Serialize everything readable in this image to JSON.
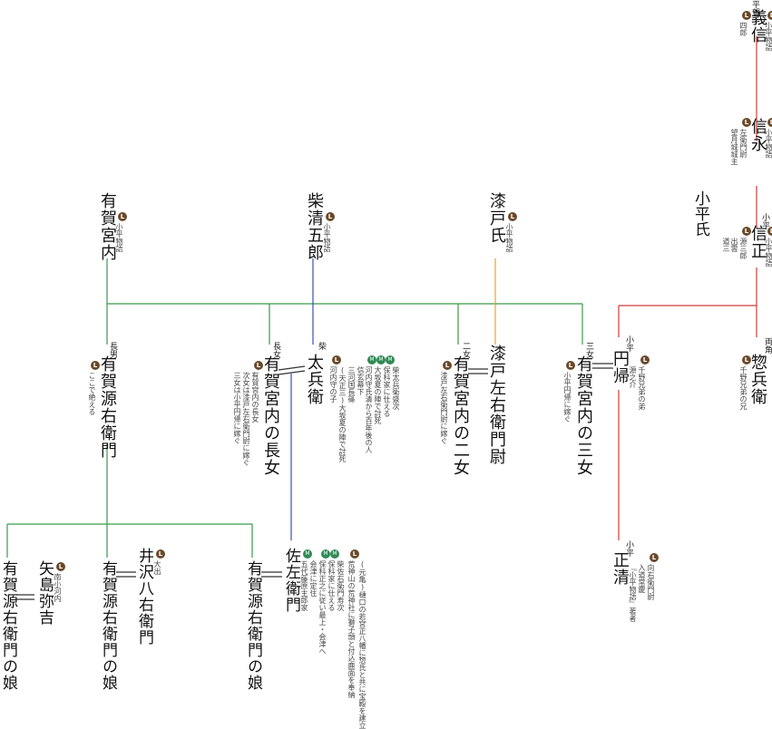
{
  "clan_label": "小平氏",
  "colors": {
    "green": "#3a9a4a",
    "red": "#cc3b3b",
    "blue": "#3a4fb0",
    "orange": "#f0a030"
  },
  "persons": {
    "yoshinobu": {
      "prefix": "平賀",
      "name": "義信",
      "sub": "四郎",
      "ref": "小平物語"
    },
    "nobunaga": {
      "name": "信永",
      "sub1": "左衛門尉",
      "sub2": "望月城城主",
      "ref": "小平物語"
    },
    "nobumasa": {
      "prefix": "小平",
      "name": "信正",
      "sub1": "出雲",
      "sub2": "道三",
      "sub3": "源三郎",
      "ref": "小平物語"
    },
    "arugamiyauchi": {
      "name": "有賀宮内",
      "ref": "小平物語"
    },
    "shibaseigoro": {
      "name": "柴清五郎",
      "ref": "小平物語"
    },
    "urushido": {
      "name": "漆戸氏",
      "ref": "小平物語"
    },
    "arugagenemon": {
      "prefix": "長男",
      "name": "有賀源右衛門",
      "note": "ここで絶える"
    },
    "chojo": {
      "prefix": "長女",
      "name": "有賀宮内の長女",
      "note1": "有賀宮内の長女",
      "note2": "次女は漆戸左右衛門尉に嫁ぐ",
      "note3": "三女は小平円帰に嫁ぐ"
    },
    "tahyoe": {
      "prefix": "柴",
      "name": "太兵衛",
      "note1": "信玄幕下",
      "note2": "三河国長篠",
      "note3": "(天正三)大坂夏の陣で討死",
      "note4": "河内守の子",
      "g1": "柴太兵衛盛次",
      "g2": "保科家に仕える",
      "g3": "大坂夏の陣で討死",
      "g4": "河内守氏清から百年後の人"
    },
    "jijo": {
      "prefix": "二女",
      "name": "有賀宮内の二女",
      "note": "漆戸左右衛門尉に嫁ぐ"
    },
    "urushidoemon": {
      "name": "漆戸左右衛門尉"
    },
    "sanjo": {
      "prefix": "三女",
      "name": "有賀宮内の三女",
      "note": "小平円帰に嫁ぐ"
    },
    "enki": {
      "prefix": "小平",
      "name": "円帰",
      "note1": "千野兄弟の弟",
      "note2": "源之介"
    },
    "sobei": {
      "prefix": "両角",
      "name": "惣兵衛",
      "note": "千野兄弟の兄"
    },
    "masakiyo": {
      "prefix": "小平",
      "name": "正清",
      "note1": "向右衛門尉",
      "note2": "入道常慶",
      "note3": "『小平物語』著者"
    },
    "musume1": {
      "name": "有賀源右衛門の娘"
    },
    "yajima": {
      "name": "矢島弥吉",
      "note": "南小河内"
    },
    "musume2": {
      "name": "有賀源右衛門の娘"
    },
    "izawa": {
      "name": "井沢八右衛門",
      "note": "大出"
    },
    "musume3": {
      "name": "有賀源右衛門の娘"
    },
    "sazaemon": {
      "name": "佐左衛門",
      "note1": "五代藤原主郎家",
      "note2": "会津に定住",
      "note3": "保科正之に従い最上・会津へ",
      "note4": "柴佐右衛門寿次",
      "note5": "保科家に仕える",
      "note6": "荒神山の荒神社に獅子頭と付込鹿面を奉納",
      "note7": "(元亀)樋口の若宮正八幡に惣氏と共に宝殿を建立"
    }
  }
}
